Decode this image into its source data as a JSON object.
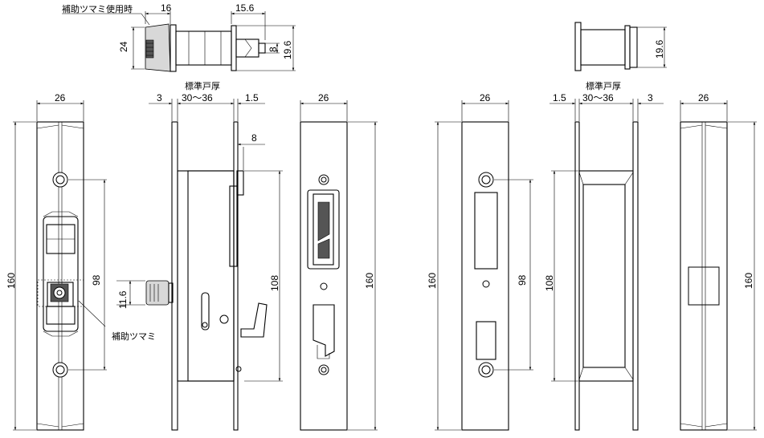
{
  "labels": {
    "aux_knob_in_use": "補助ツマミ使用時",
    "aux_knob": "補助ツマミ",
    "std_door_left": "標準戸厚",
    "std_door_right": "標準戸厚"
  },
  "dimensions": {
    "knob_width": "16",
    "knob_height": "24",
    "cyl_top_width": "15.6",
    "cyl_small_height": "8",
    "cyl_height_left": "19.6",
    "cyl_height_right": "19.6",
    "plate1_width": "26",
    "plate1_height": "160",
    "plate1_pitch": "98",
    "side_left_gap": "3",
    "door_range_left": "30～36",
    "side_right_gap": "1.5",
    "hook_offset": "8",
    "body_height_left": "108",
    "knob_side_height": "11.6",
    "plate3_width": "26",
    "plate3_height": "160",
    "plate4_width": "26",
    "plate4_height": "160",
    "plate4_pitch": "98",
    "side2_left_gap": "1.5",
    "door_range_right": "30～36",
    "side2_right_gap": "3",
    "body_height_right": "108",
    "plate6_width": "26",
    "plate6_height": "160"
  }
}
